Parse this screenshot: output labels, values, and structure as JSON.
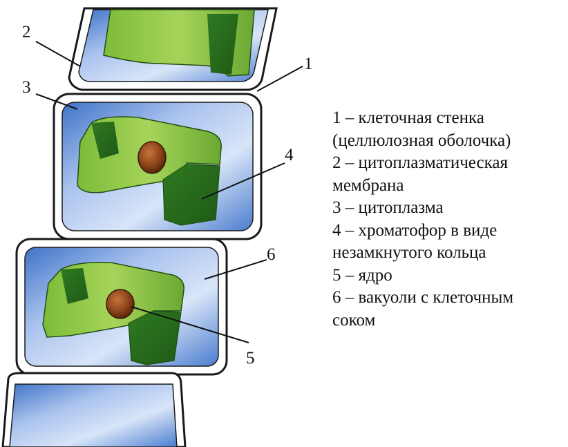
{
  "diagram": {
    "colors": {
      "cell_wall": "#1a1a1a",
      "vacuole_blue": "#3f73c7",
      "vacuole_light": "#b9cef0",
      "chromatophore_light": "#8cc63f",
      "chromatophore_dark": "#2d6f1f",
      "nucleus": "#7a3a14"
    },
    "callouts": [
      {
        "id": "1",
        "label": "1"
      },
      {
        "id": "2",
        "label": "2"
      },
      {
        "id": "3",
        "label": "3"
      },
      {
        "id": "4",
        "label": "4"
      },
      {
        "id": "5",
        "label": "5"
      },
      {
        "id": "6",
        "label": "6"
      }
    ]
  },
  "legend": [
    "1 – клеточная стенка",
    "(целлюлозная оболочка)",
    "2 – цитоплазматическая",
    "мембрана",
    "3 – цитоплазма",
    "4 – хроматофор в виде",
    "незамкнутого кольца",
    "5 – ядро",
    "6 – вакуоли с клеточным",
    "соком"
  ]
}
